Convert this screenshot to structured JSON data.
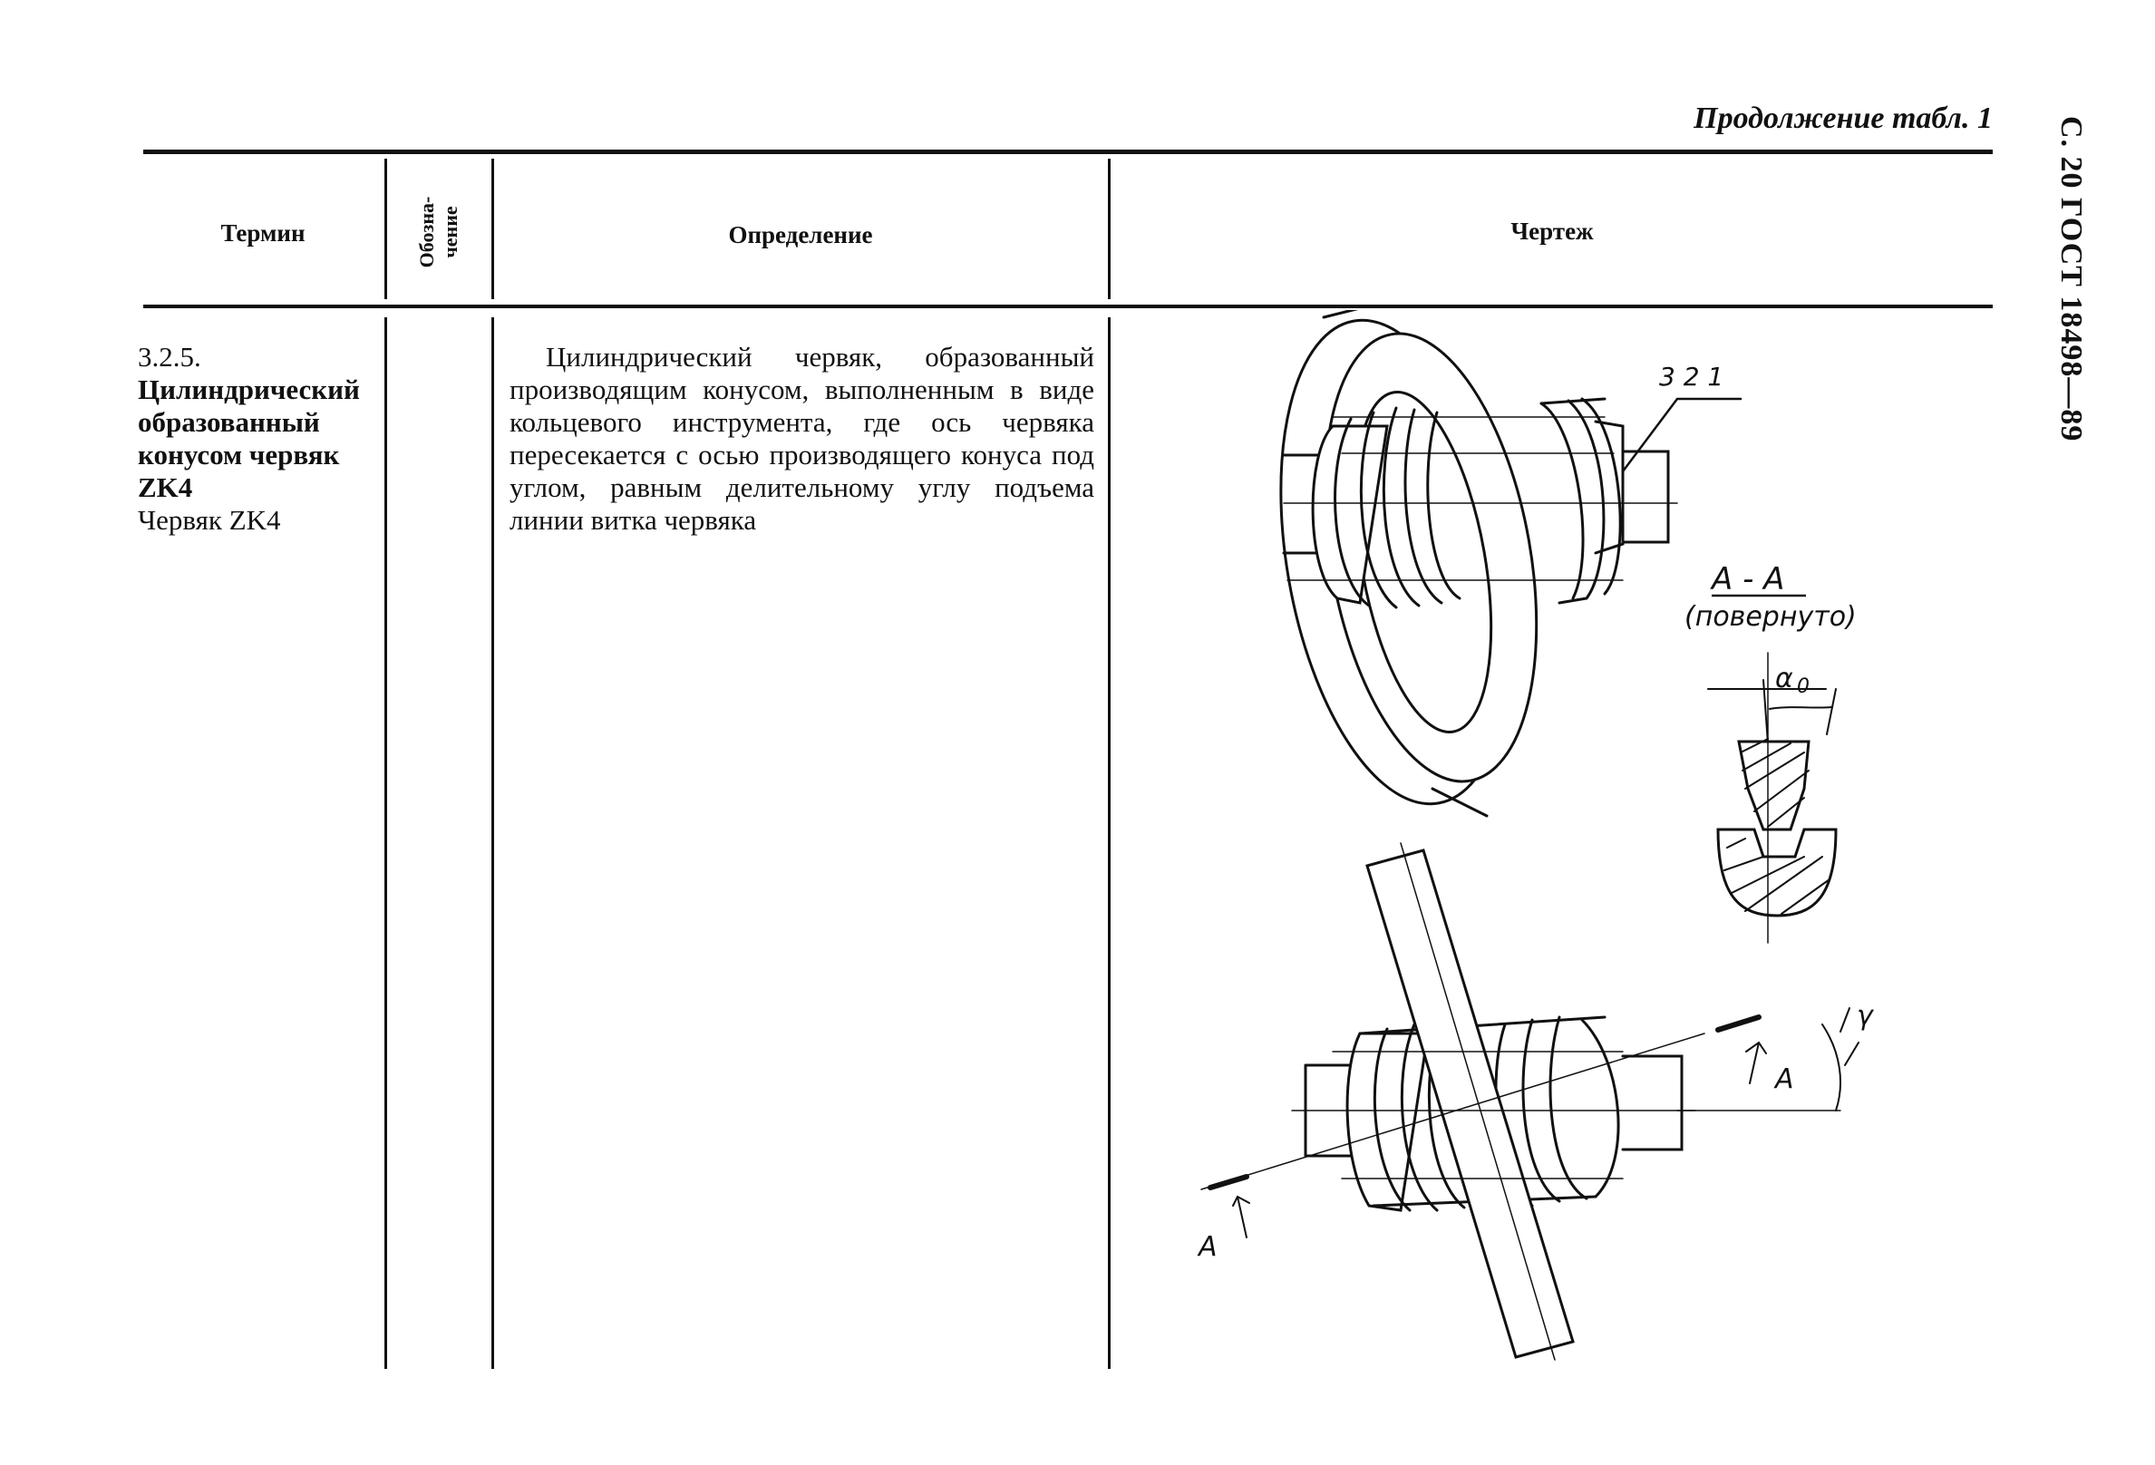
{
  "header": {
    "continuation": "Продолжение табл. 1",
    "side": "С. 20 ГОСТ 18498—89"
  },
  "table": {
    "columns": {
      "term": "Термин",
      "designation": "Обозна-\nчение",
      "definition": "Определение",
      "drawing": "Чертеж"
    },
    "row": {
      "number": "3.2.5.",
      "term_bold": "Цилиндрический образованный конусом червяк ZK4",
      "term_short": "Червяк ZK4",
      "designation": "",
      "definition": "Цилиндрический червяк, образованный производящим конусом, выполненным в виде кольцевого инструмента, где ось червяка пересекается с осью производящего конуса под углом, равным делительному углу подъема линии витка червяка"
    }
  },
  "drawing_labels": {
    "callout": "3 2 1",
    "section_title": "A - A",
    "section_note": "(повернуто)",
    "alpha": "α",
    "alpha_sub": "0",
    "gamma": "γ",
    "section_mark_right": "A",
    "section_mark_left": "A"
  }
}
